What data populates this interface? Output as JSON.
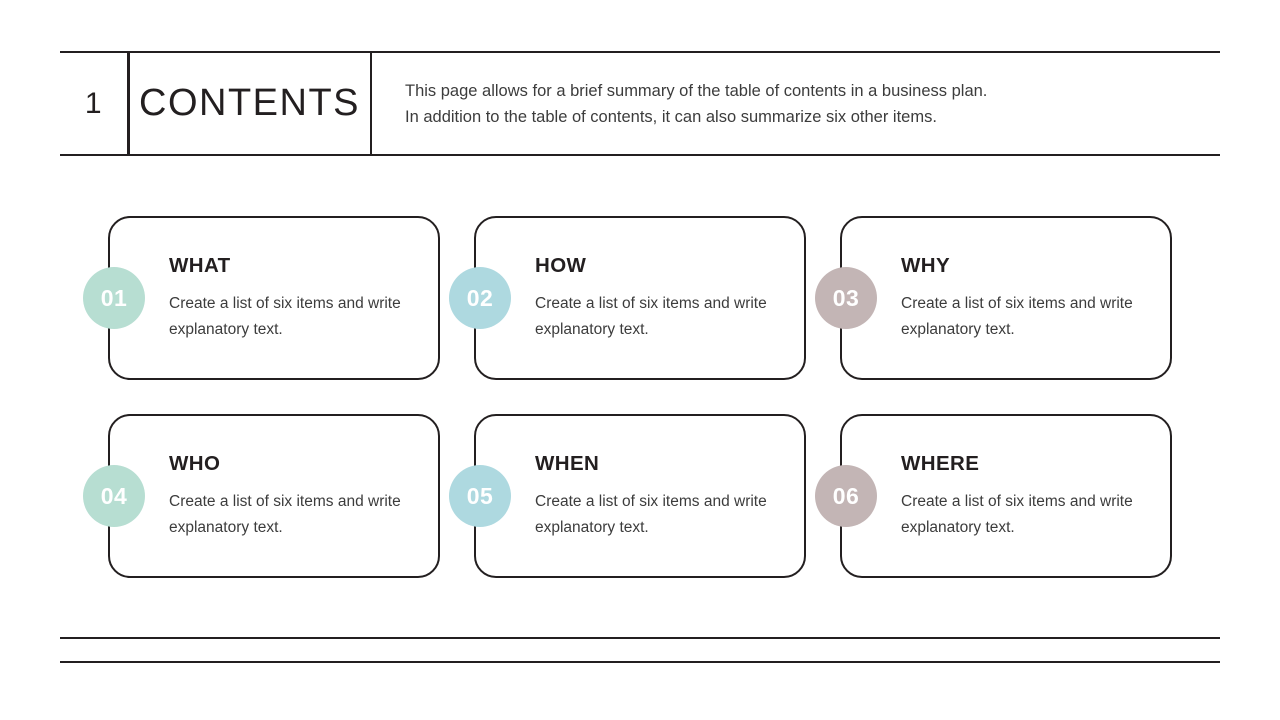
{
  "header": {
    "number": "1",
    "title": "CONTENTS",
    "description_lines": [
      "This page allows for a brief summary of the table of contents in a business plan.",
      "In addition to the table of contents, it can also summarize six other items."
    ]
  },
  "cards": [
    {
      "number": "01",
      "title": "WHAT",
      "body": "Create a list of six items and write explanatory text.",
      "badge_color": "#b7ded2"
    },
    {
      "number": "02",
      "title": "HOW",
      "body": "Create a list of six items and write explanatory text.",
      "badge_color": "#aed9e0"
    },
    {
      "number": "03",
      "title": "WHY",
      "body": "Create a list of six items and write explanatory text.",
      "badge_color": "#c3b5b5"
    },
    {
      "number": "04",
      "title": "WHO",
      "body": "Create a list of six items and write explanatory text.",
      "badge_color": "#b7ded2"
    },
    {
      "number": "05",
      "title": "WHEN",
      "body": "Create a list of six items and write explanatory text.",
      "badge_color": "#aed9e0"
    },
    {
      "number": "06",
      "title": "WHERE",
      "body": "Create a list of six items and write explanatory text.",
      "badge_color": "#c3b5b5"
    }
  ],
  "theme": {
    "ink": "#231f20",
    "body_text": "#3c3c3c",
    "page_background": "#ffffff"
  }
}
